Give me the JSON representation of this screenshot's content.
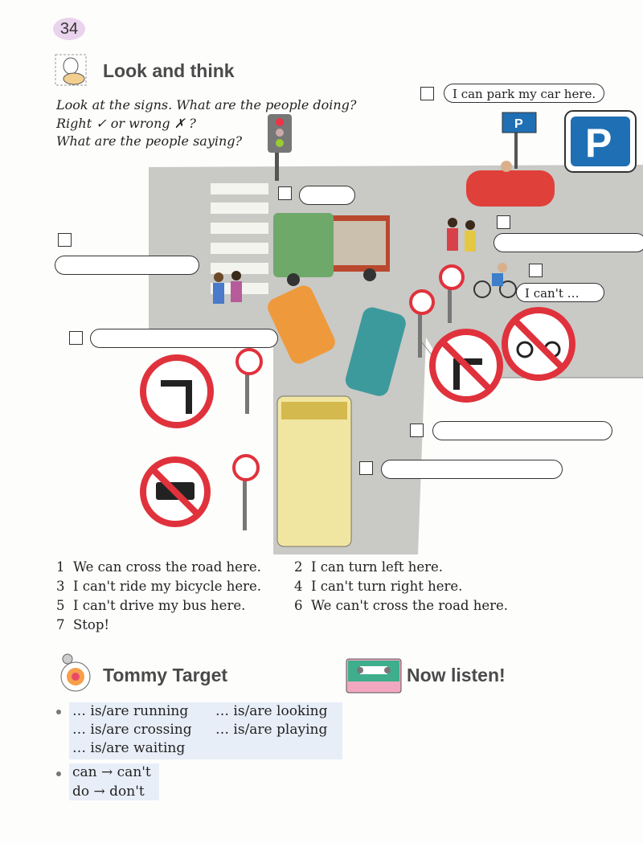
{
  "page_number": "34",
  "section1": {
    "title": "Look and think",
    "instructions": [
      "Look at the signs. What are the people doing?",
      "Right ✓  or  wrong ✗ ?",
      "What are the people saying?"
    ]
  },
  "bubbles": {
    "park": "I can park my car here.",
    "cant": "I can't …"
  },
  "signs": {
    "parking_letter": "P"
  },
  "sentences": [
    {
      "num": "1",
      "text": "We can cross the road here."
    },
    {
      "num": "2",
      "text": "I can turn left here."
    },
    {
      "num": "3",
      "text": "I can't ride my bicycle here."
    },
    {
      "num": "4",
      "text": "I can't turn right here."
    },
    {
      "num": "5",
      "text": "I can't drive my bus here."
    },
    {
      "num": "6",
      "text": "We can't cross the road here."
    },
    {
      "num": "7",
      "text": "Stop!"
    }
  ],
  "section2": {
    "title": "Tommy Target"
  },
  "section3": {
    "title": "Now listen!"
  },
  "target": {
    "group1": [
      "… is/are running",
      "… is/are looking",
      "… is/are crossing",
      "… is/are playing",
      "… is/are waiting"
    ],
    "group2": [
      "can → can't",
      "do → don't"
    ]
  },
  "colors": {
    "sign_red": "#e0323c",
    "parking_blue": "#1f6fb5",
    "road": "#c9c9c6",
    "title": "#4a4a4a"
  }
}
